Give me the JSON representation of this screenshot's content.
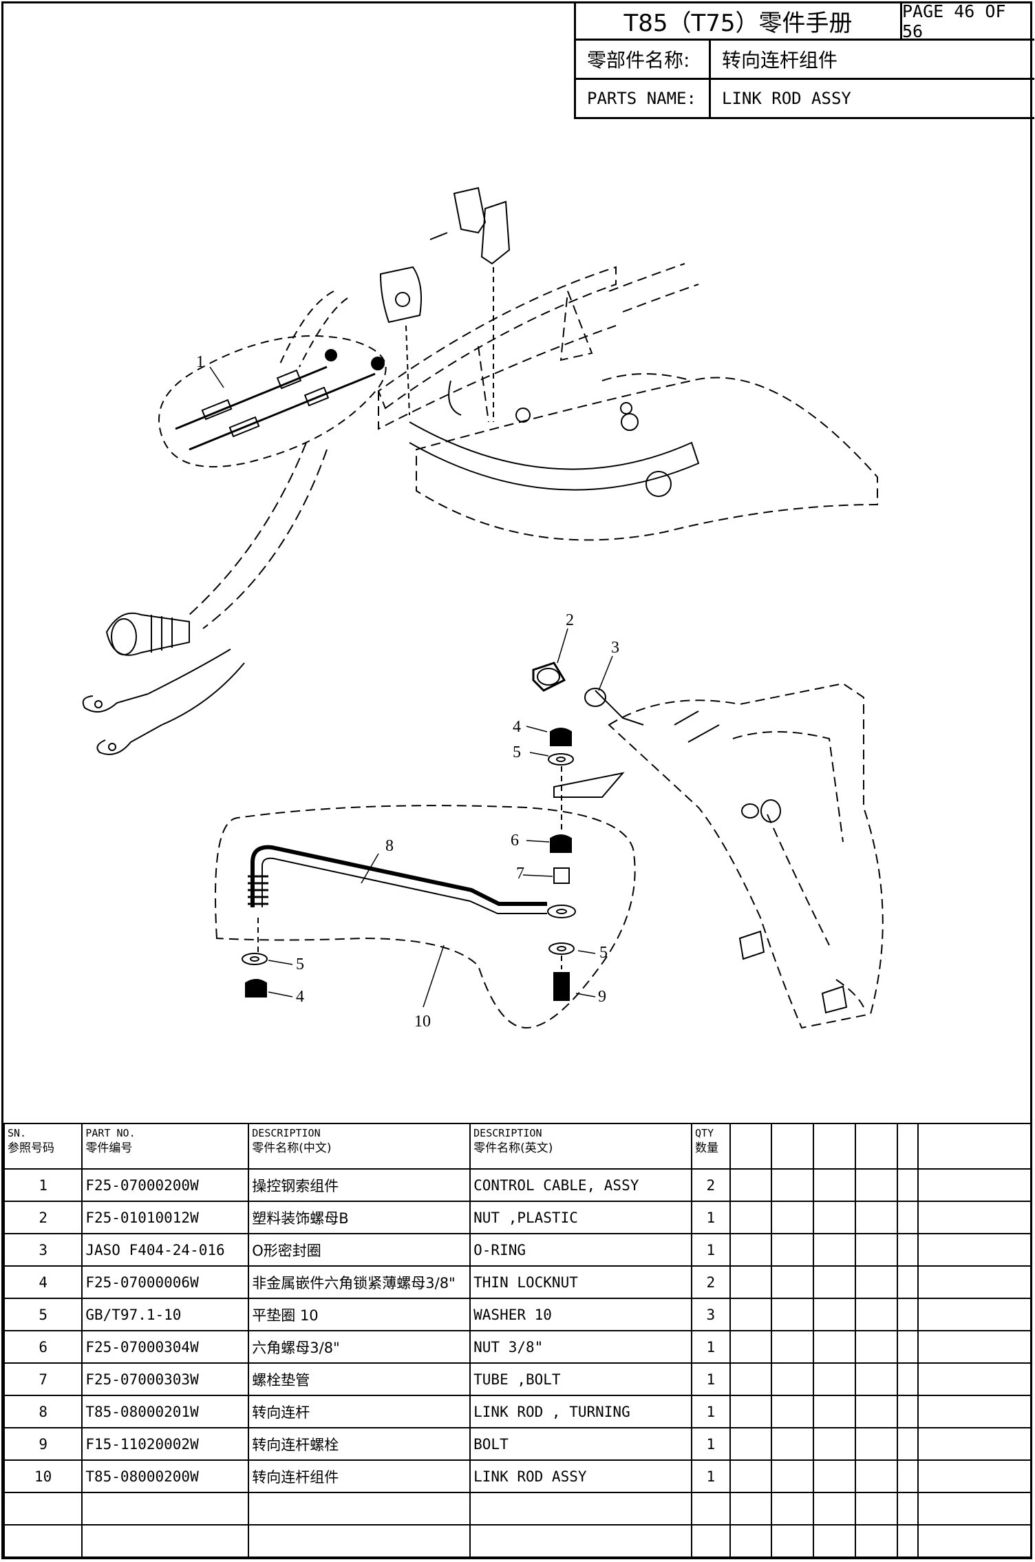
{
  "header": {
    "title": "T85（T75）零件手册",
    "page": "PAGE 46 OF 56",
    "name_label_cn": "零部件名称:",
    "name_value_cn": "转向连杆组件",
    "name_label_en": "PARTS NAME:",
    "name_value_en": "LINK ROD ASSY"
  },
  "callouts": [
    "1",
    "2",
    "3",
    "4",
    "5",
    "6",
    "7",
    "8",
    "5",
    "4",
    "10",
    "5",
    "9"
  ],
  "table": {
    "headers": {
      "sn_en": "SN.",
      "sn_cn": "参照号码",
      "part_en": "PART NO.",
      "part_cn": "零件编号",
      "desc_cn_en": "DESCRIPTION",
      "desc_cn_cn": "零件名称(中文)",
      "desc_en_en": "DESCRIPTION",
      "desc_en_cn": "零件名称(英文)",
      "qty_en": "QTY",
      "qty_cn": "数量"
    },
    "rows": [
      {
        "sn": "1",
        "part": "F25-07000200W",
        "cn": "操控钢索组件",
        "en": "CONTROL CABLE, ASSY",
        "qty": "2"
      },
      {
        "sn": "2",
        "part": "F25-01010012W",
        "cn": "塑料装饰螺母B",
        "en": "NUT ,PLASTIC",
        "qty": "1"
      },
      {
        "sn": "3",
        "part": "JASO F404-24-016",
        "cn": "O形密封圈",
        "en": "O-RING",
        "qty": "1"
      },
      {
        "sn": "4",
        "part": "F25-07000006W",
        "cn": "非金属嵌件六角锁紧薄螺母3/8\"",
        "en": "THIN LOCKNUT",
        "qty": "2"
      },
      {
        "sn": "5",
        "part": "GB/T97.1-10",
        "cn": "平垫圈 10",
        "en": "WASHER 10",
        "qty": "3"
      },
      {
        "sn": "6",
        "part": "F25-07000304W",
        "cn": "六角螺母3/8\"",
        "en": "NUT 3/8\"",
        "qty": "1"
      },
      {
        "sn": "7",
        "part": "F25-07000303W",
        "cn": "螺栓垫管",
        "en": "TUBE ,BOLT",
        "qty": "1"
      },
      {
        "sn": "8",
        "part": "T85-08000201W",
        "cn": "转向连杆",
        "en": "LINK ROD , TURNING",
        "qty": "1"
      },
      {
        "sn": "9",
        "part": "F15-11020002W",
        "cn": "转向连杆螺栓",
        "en": "BOLT",
        "qty": "1"
      },
      {
        "sn": "10",
        "part": "T85-08000200W",
        "cn": "转向连杆组件",
        "en": "LINK ROD ASSY",
        "qty": "1"
      }
    ]
  }
}
